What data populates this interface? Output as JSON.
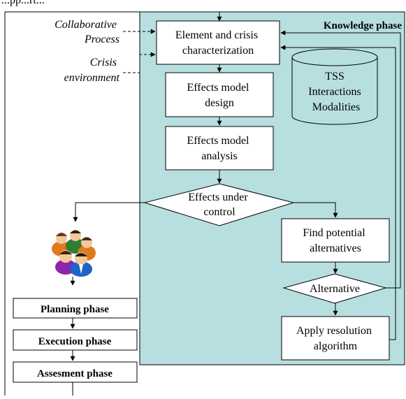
{
  "top_partial_label": "...pp...rt...",
  "knowledge_phase_title": "Knowledge phase",
  "inputs": {
    "collaborative_process": [
      "Collaborative",
      "Process"
    ],
    "crisis_environment": [
      "Crisis",
      "environment"
    ]
  },
  "boxes": {
    "characterization": [
      "Element and crisis",
      "characterization"
    ],
    "effects_design": [
      "Effects model",
      "design"
    ],
    "effects_analysis": [
      "Effects model",
      "analysis"
    ],
    "find_alternatives": [
      "Find potential",
      "alternatives"
    ],
    "apply_resolution": [
      "Apply resolution",
      "algorithm"
    ]
  },
  "database": [
    "TSS",
    "Interactions",
    "Modalities"
  ],
  "decisions": {
    "effects_under_control": [
      "Effects under",
      "control"
    ],
    "alternative": [
      "Alternative"
    ]
  },
  "phases": [
    "Planning phase",
    "Execution phase",
    "Assesment phase"
  ],
  "colors": {
    "knowledge_panel": "#b8dfe0",
    "line": "#000000",
    "box_fill": "#ffffff"
  },
  "icons": [
    "people-group-icon"
  ]
}
